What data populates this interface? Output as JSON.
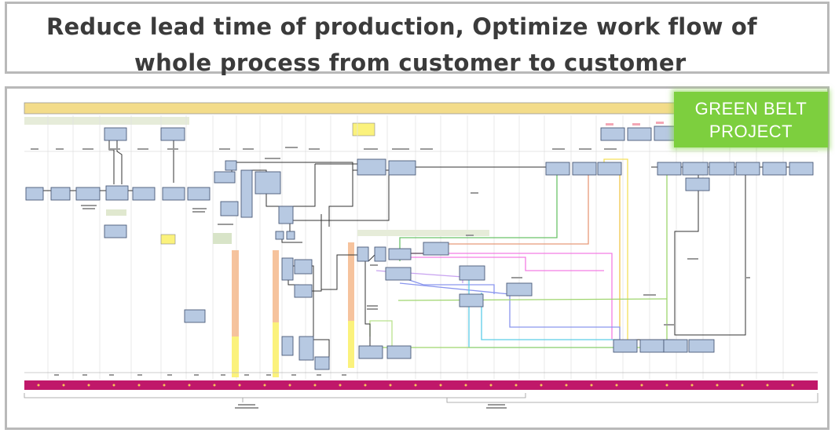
{
  "header": {
    "line1": "Reduce lead time of production, Optimize work flow of",
    "line2": "whole process from customer to customer"
  },
  "badge": {
    "line1": "GREEN BELT",
    "line2": "PROJECT"
  },
  "colors": {
    "title_text": "#3b3b3b",
    "frame": "#b9b9b9",
    "badge_green": "#7dcf3e",
    "process_box": "#b7c9e2",
    "timeline_bar": "#c0186a",
    "header_bar": "#f3dc8a",
    "highlight_yellow": "#fbf27c",
    "highlight_orange": "#f5b98c"
  }
}
